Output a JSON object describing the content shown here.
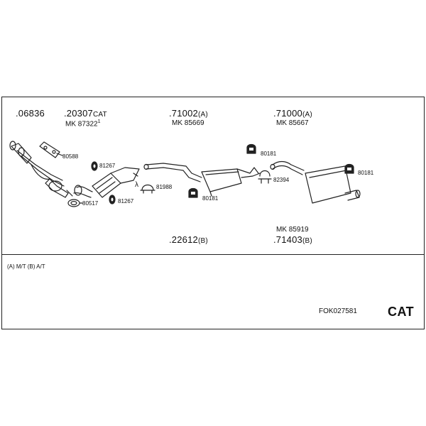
{
  "codes": [
    {
      "id": "c1",
      "num": ".06836",
      "sfx": ""
    },
    {
      "id": "c2",
      "num": ".20307",
      "sfx": "CAT"
    },
    {
      "id": "c3",
      "num": ".71002",
      "sfx": "(A)"
    },
    {
      "id": "c4",
      "num": ".71000",
      "sfx": "(A)"
    },
    {
      "id": "c5",
      "num": ".22612",
      "sfx": "(B)"
    },
    {
      "id": "c6",
      "num": ".71403",
      "sfx": "(B)"
    }
  ],
  "mk_labels": {
    "mk1": "MK 87322",
    "mk1_sup": "1",
    "mk2": "MK 85669",
    "mk3": "MK 85667",
    "mk4": "MK 85919"
  },
  "part_labels": {
    "p80588": "80588",
    "p81267a": "81267",
    "p81267b": "81267",
    "p80517": "80517",
    "p81988": "81988",
    "p80181a": "80181",
    "p80181b": "80181",
    "p80181c": "80181",
    "p82394": "82394",
    "lambda": "λ"
  },
  "footer": {
    "note": "(A) M/T (B) A/T",
    "ref": "FOK027581",
    "cat": "CAT"
  }
}
